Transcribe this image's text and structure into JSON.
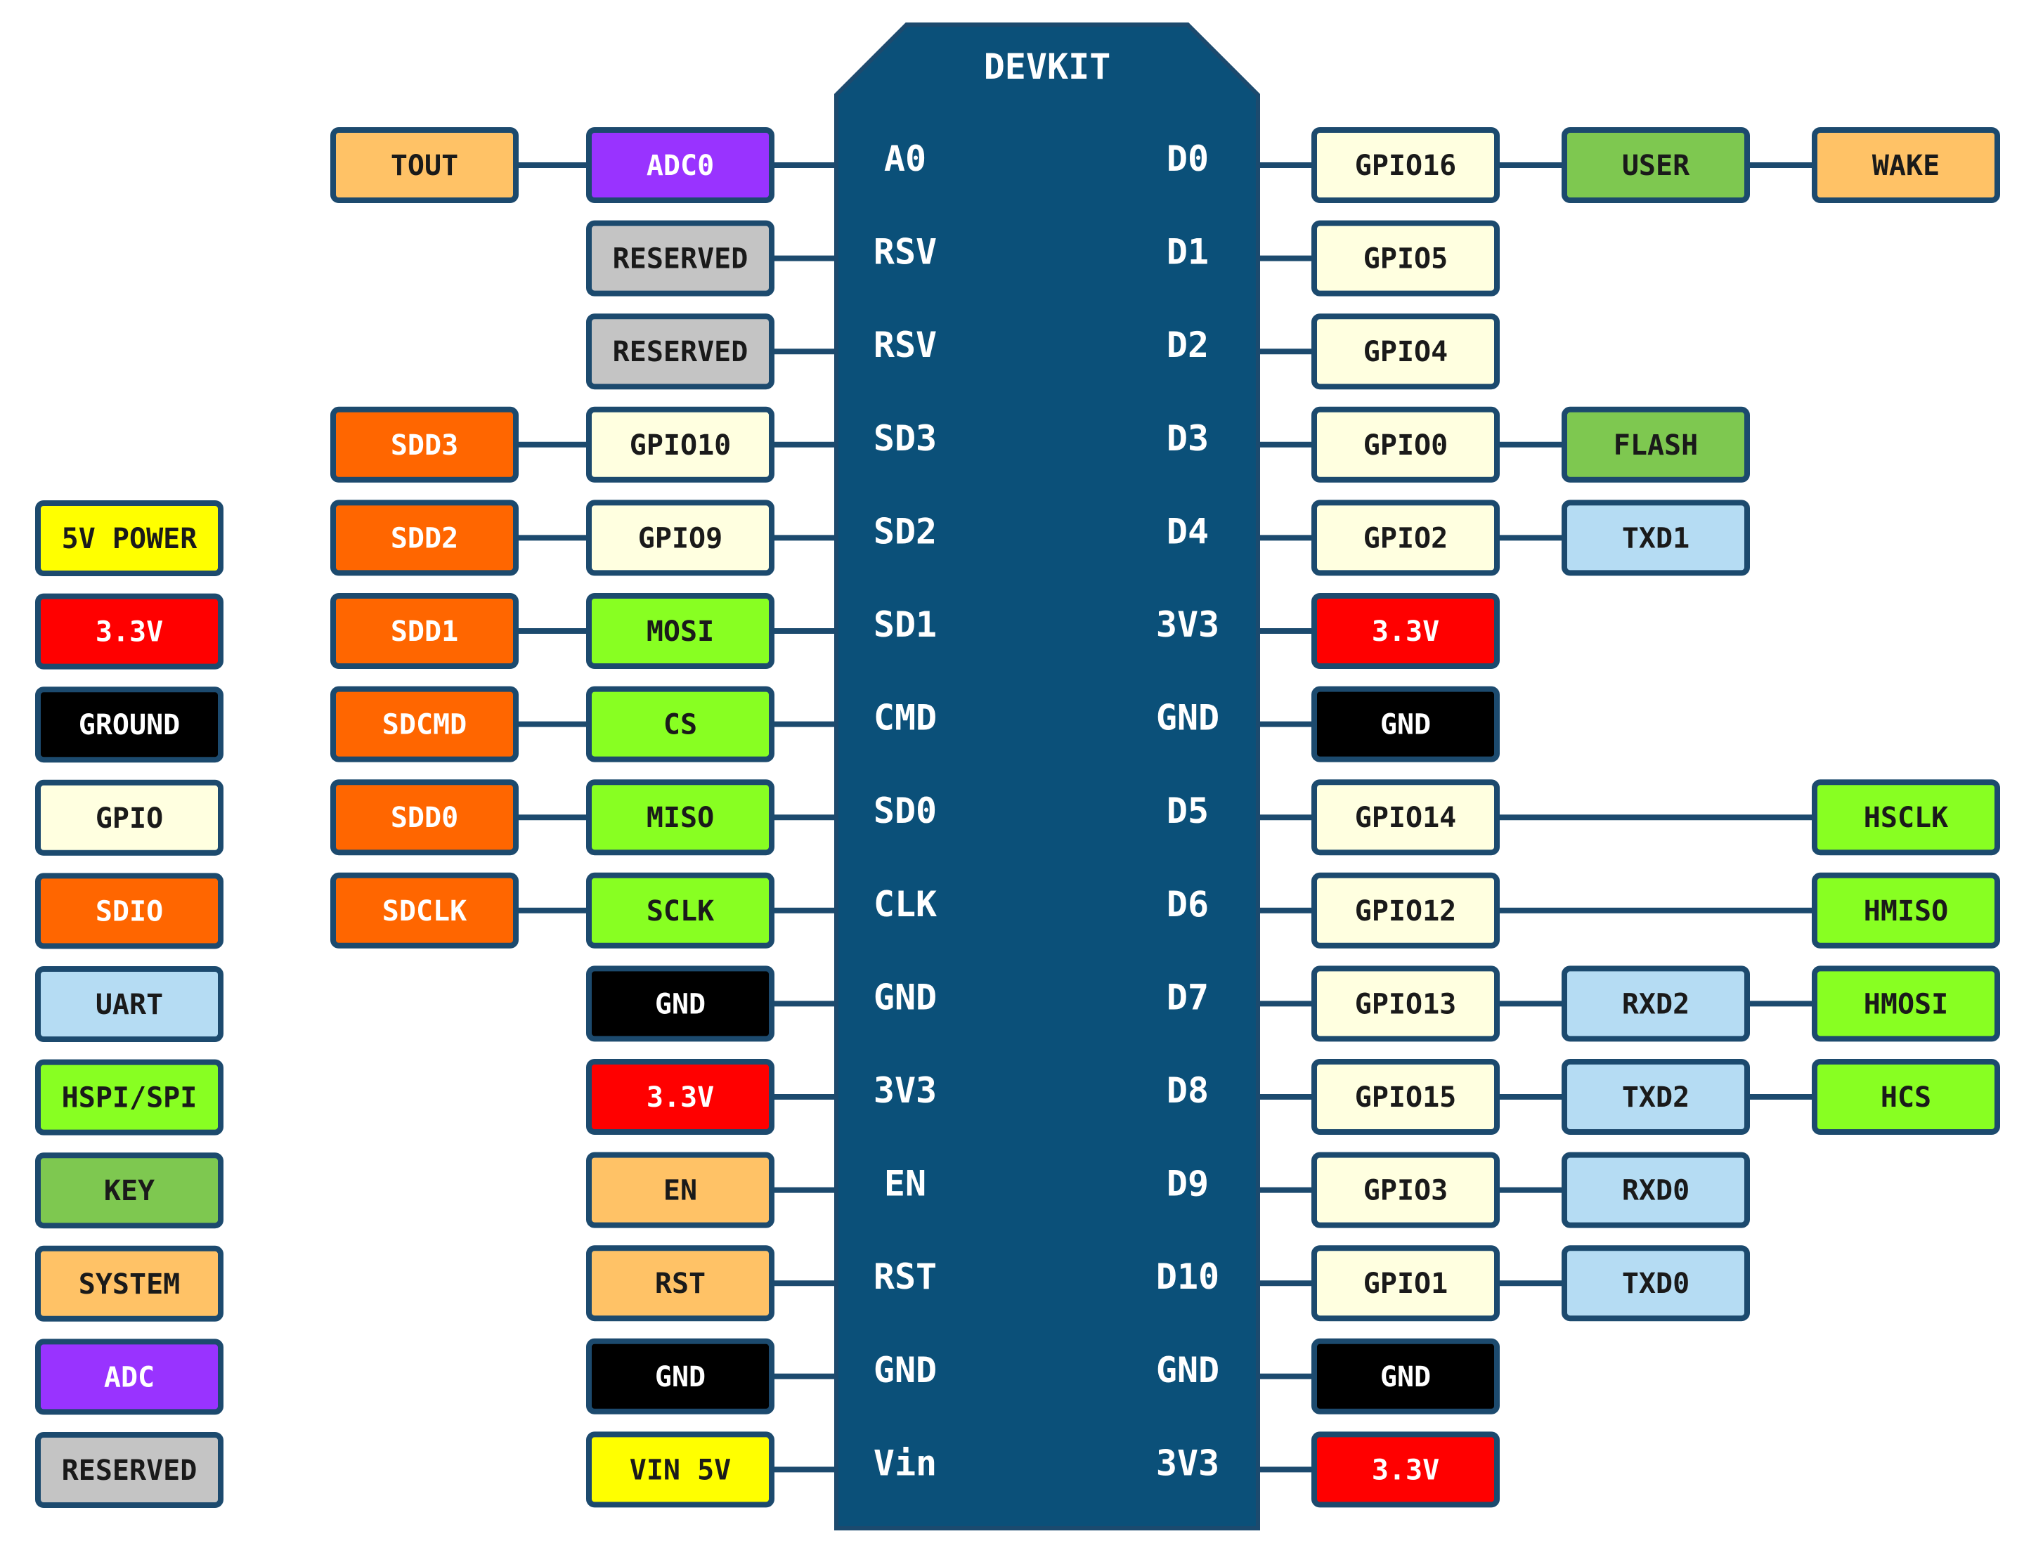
{
  "board": {
    "title": "DEVKIT"
  },
  "colors": {
    "board": "#0b5079",
    "border": "#1c4a6e",
    "power5v": "#ffff00",
    "power33": "#ff0000",
    "ground": "#000000",
    "gpio": "#ffffe0",
    "sdio": "#ff6600",
    "uart": "#b5dcf3",
    "spi": "#88ff22",
    "key": "#7ec850",
    "system": "#ffc266",
    "adc": "#9933ff",
    "reserved": "#c4c4c4"
  },
  "legend": [
    {
      "label": "5V POWER",
      "type": "power5v"
    },
    {
      "label": "3.3V",
      "type": "power33"
    },
    {
      "label": "GROUND",
      "type": "ground"
    },
    {
      "label": "GPIO",
      "type": "gpio"
    },
    {
      "label": "SDIO",
      "type": "sdio"
    },
    {
      "label": "UART",
      "type": "uart"
    },
    {
      "label": "HSPI/SPI",
      "type": "spi"
    },
    {
      "label": "KEY",
      "type": "key"
    },
    {
      "label": "SYSTEM",
      "type": "system"
    },
    {
      "label": "ADC",
      "type": "adc"
    },
    {
      "label": "RESERVED",
      "type": "reserved"
    }
  ],
  "left_pins": [
    {
      "pin": "A0",
      "labels": [
        {
          "text": "ADC0",
          "type": "adc"
        },
        {
          "text": "TOUT",
          "type": "system"
        }
      ]
    },
    {
      "pin": "RSV",
      "labels": [
        {
          "text": "RESERVED",
          "type": "reserved"
        }
      ]
    },
    {
      "pin": "RSV",
      "labels": [
        {
          "text": "RESERVED",
          "type": "reserved"
        }
      ]
    },
    {
      "pin": "SD3",
      "labels": [
        {
          "text": "GPIO10",
          "type": "gpio"
        },
        {
          "text": "SDD3",
          "type": "sdio"
        }
      ]
    },
    {
      "pin": "SD2",
      "labels": [
        {
          "text": "GPIO9",
          "type": "gpio"
        },
        {
          "text": "SDD2",
          "type": "sdio"
        }
      ]
    },
    {
      "pin": "SD1",
      "labels": [
        {
          "text": "MOSI",
          "type": "spi"
        },
        {
          "text": "SDD1",
          "type": "sdio"
        }
      ]
    },
    {
      "pin": "CMD",
      "labels": [
        {
          "text": "CS",
          "type": "spi"
        },
        {
          "text": "SDCMD",
          "type": "sdio"
        }
      ]
    },
    {
      "pin": "SD0",
      "labels": [
        {
          "text": "MISO",
          "type": "spi"
        },
        {
          "text": "SDD0",
          "type": "sdio"
        }
      ]
    },
    {
      "pin": "CLK",
      "labels": [
        {
          "text": "SCLK",
          "type": "spi"
        },
        {
          "text": "SDCLK",
          "type": "sdio"
        }
      ]
    },
    {
      "pin": "GND",
      "labels": [
        {
          "text": "GND",
          "type": "ground"
        }
      ]
    },
    {
      "pin": "3V3",
      "labels": [
        {
          "text": "3.3V",
          "type": "power33"
        }
      ]
    },
    {
      "pin": "EN",
      "labels": [
        {
          "text": "EN",
          "type": "system"
        }
      ]
    },
    {
      "pin": "RST",
      "labels": [
        {
          "text": "RST",
          "type": "system"
        }
      ]
    },
    {
      "pin": "GND",
      "labels": [
        {
          "text": "GND",
          "type": "ground"
        }
      ]
    },
    {
      "pin": "Vin",
      "labels": [
        {
          "text": "VIN 5V",
          "type": "power5v"
        }
      ]
    }
  ],
  "right_pins": [
    {
      "pin": "D0",
      "labels": [
        {
          "text": "GPIO16",
          "type": "gpio",
          "col": 0
        },
        {
          "text": "USER",
          "type": "key",
          "col": 1
        },
        {
          "text": "WAKE",
          "type": "system",
          "col": 2
        }
      ]
    },
    {
      "pin": "D1",
      "labels": [
        {
          "text": "GPIO5",
          "type": "gpio",
          "col": 0
        }
      ]
    },
    {
      "pin": "D2",
      "labels": [
        {
          "text": "GPIO4",
          "type": "gpio",
          "col": 0
        }
      ]
    },
    {
      "pin": "D3",
      "labels": [
        {
          "text": "GPIO0",
          "type": "gpio",
          "col": 0
        },
        {
          "text": "FLASH",
          "type": "key",
          "col": 1
        }
      ]
    },
    {
      "pin": "D4",
      "labels": [
        {
          "text": "GPIO2",
          "type": "gpio",
          "col": 0
        },
        {
          "text": "TXD1",
          "type": "uart",
          "col": 1
        }
      ]
    },
    {
      "pin": "3V3",
      "labels": [
        {
          "text": "3.3V",
          "type": "power33",
          "col": 0
        }
      ]
    },
    {
      "pin": "GND",
      "labels": [
        {
          "text": "GND",
          "type": "ground",
          "col": 0
        }
      ]
    },
    {
      "pin": "D5",
      "labels": [
        {
          "text": "GPIO14",
          "type": "gpio",
          "col": 0
        },
        {
          "text": "HSCLK",
          "type": "spi",
          "col": 2
        }
      ]
    },
    {
      "pin": "D6",
      "labels": [
        {
          "text": "GPIO12",
          "type": "gpio",
          "col": 0
        },
        {
          "text": "HMISO",
          "type": "spi",
          "col": 2
        }
      ]
    },
    {
      "pin": "D7",
      "labels": [
        {
          "text": "GPIO13",
          "type": "gpio",
          "col": 0
        },
        {
          "text": "RXD2",
          "type": "uart",
          "col": 1
        },
        {
          "text": "HMOSI",
          "type": "spi",
          "col": 2
        }
      ]
    },
    {
      "pin": "D8",
      "labels": [
        {
          "text": "GPIO15",
          "type": "gpio",
          "col": 0
        },
        {
          "text": "TXD2",
          "type": "uart",
          "col": 1
        },
        {
          "text": "HCS",
          "type": "spi",
          "col": 2
        }
      ]
    },
    {
      "pin": "D9",
      "labels": [
        {
          "text": "GPIO3",
          "type": "gpio",
          "col": 0
        },
        {
          "text": "RXD0",
          "type": "uart",
          "col": 1
        }
      ]
    },
    {
      "pin": "D10",
      "labels": [
        {
          "text": "GPIO1",
          "type": "gpio",
          "col": 0
        },
        {
          "text": "TXD0",
          "type": "uart",
          "col": 1
        }
      ]
    },
    {
      "pin": "GND",
      "labels": [
        {
          "text": "GND",
          "type": "ground",
          "col": 0
        }
      ]
    },
    {
      "pin": "3V3",
      "labels": [
        {
          "text": "3.3V",
          "type": "power33",
          "col": 0
        }
      ]
    }
  ]
}
